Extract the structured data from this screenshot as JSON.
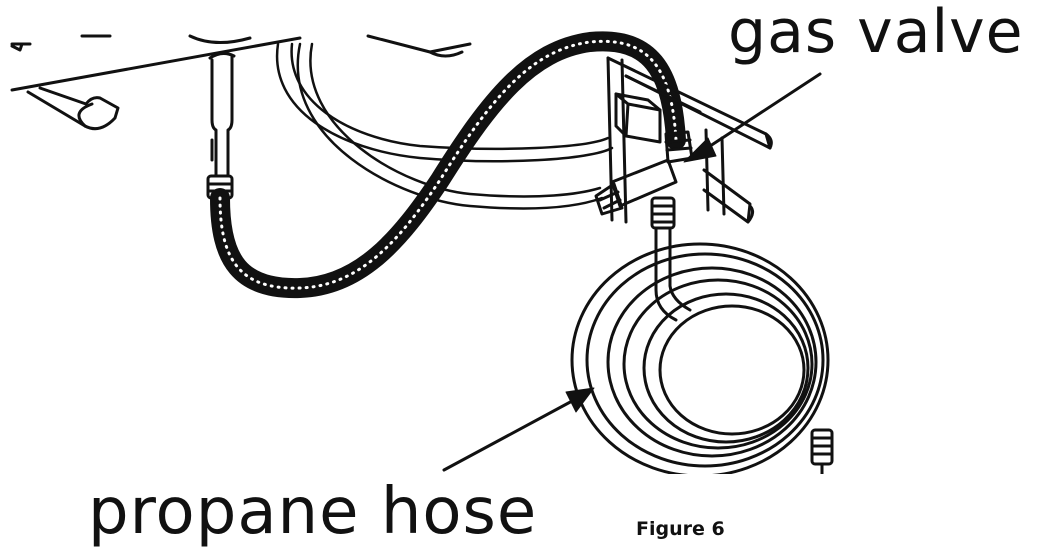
{
  "labels": {
    "gas_valve": "gas valve",
    "propane_hose": "propane hose",
    "figure_caption": "Figure 6"
  },
  "colors": {
    "line": "#111111",
    "background": "#ffffff"
  }
}
